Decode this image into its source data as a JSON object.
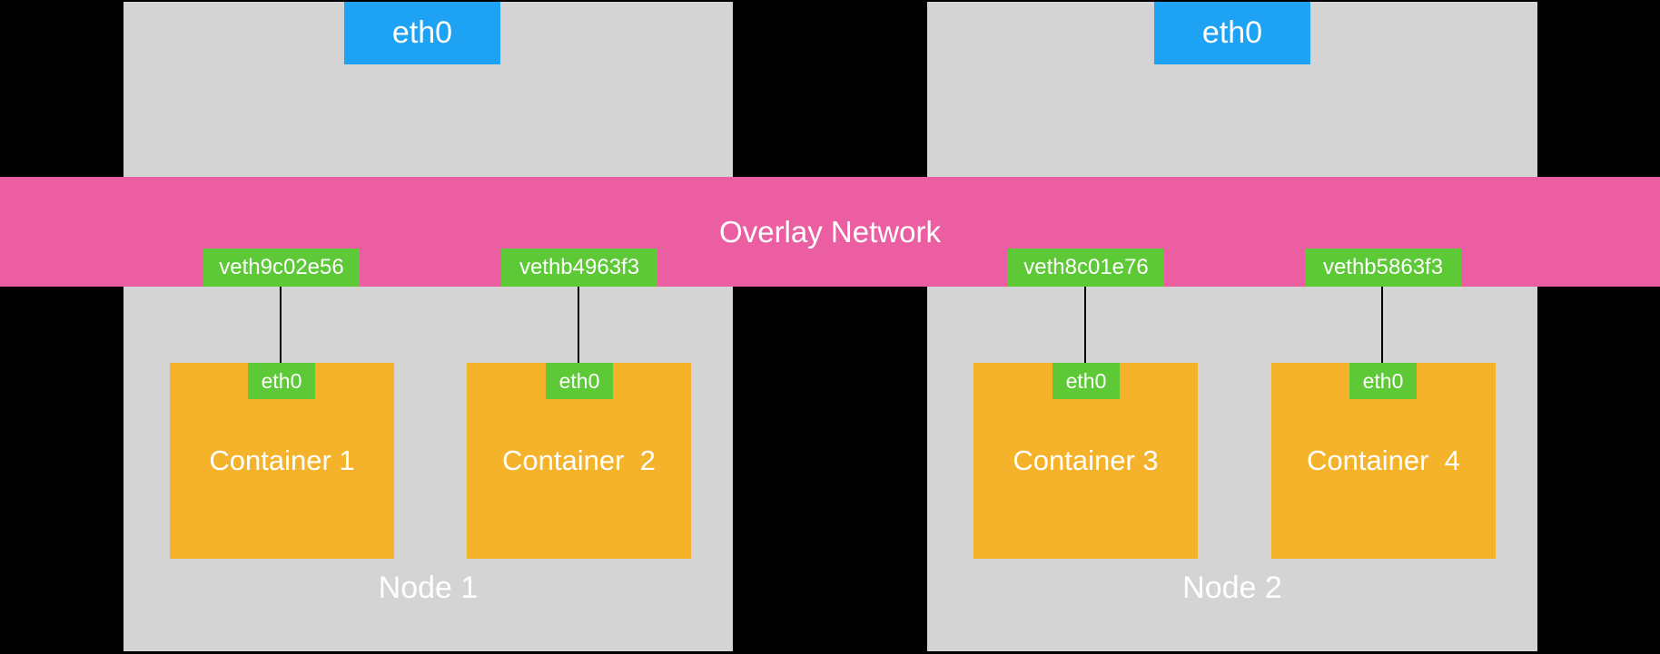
{
  "diagram_title": "Overlay Network",
  "colors": {
    "background": "#000000",
    "node_gray": "#D4D4D4",
    "overlay_pink": "#EB5FA2",
    "interface_green": "#5DC936",
    "uplink_blue": "#1EA2F4",
    "container_orange": "#F5B32B",
    "text_white": "#FFFFFF"
  },
  "overlay": {
    "label": "Overlay Network"
  },
  "nodes": [
    {
      "label": "Node 1",
      "eth_label": "eth0"
    },
    {
      "label": "Node 2",
      "eth_label": "eth0"
    }
  ],
  "veths": [
    {
      "label": "veth9c02e56"
    },
    {
      "label": "vethb4963f3"
    },
    {
      "label": "veth8c01e76"
    },
    {
      "label": "vethb5863f3"
    }
  ],
  "containers": [
    {
      "label": "Container 1",
      "eth_label": "eth0"
    },
    {
      "label": "Container  2",
      "eth_label": "eth0"
    },
    {
      "label": "Container 3",
      "eth_label": "eth0"
    },
    {
      "label": "Container  4",
      "eth_label": "eth0"
    }
  ]
}
